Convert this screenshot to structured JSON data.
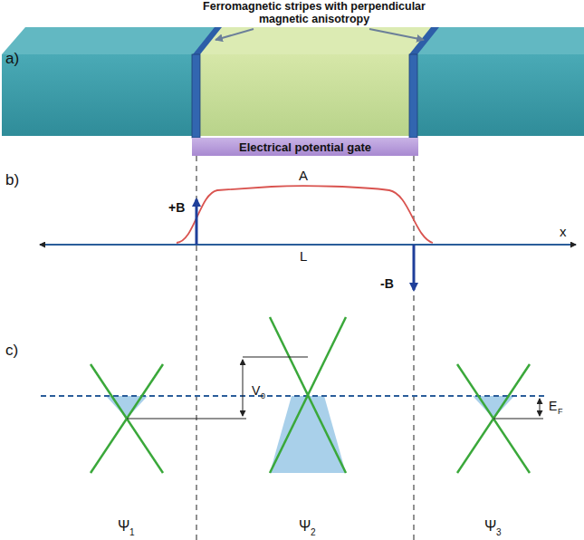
{
  "diagram": {
    "nodes": [
      {
        "text": [
          "Electrical potential gate"
        ]
      }
    ],
    "labels": [
      "a)",
      "Ferromagnetic stripes with perpendicular magnetic anisotropy",
      "b)",
      "+B",
      "A",
      "L",
      "x",
      "-B",
      "c)",
      "V",
      "0",
      "E",
      "F",
      "Ψ",
      "1",
      "Ψ",
      "2",
      "Ψ",
      "3"
    ]
  }
}
